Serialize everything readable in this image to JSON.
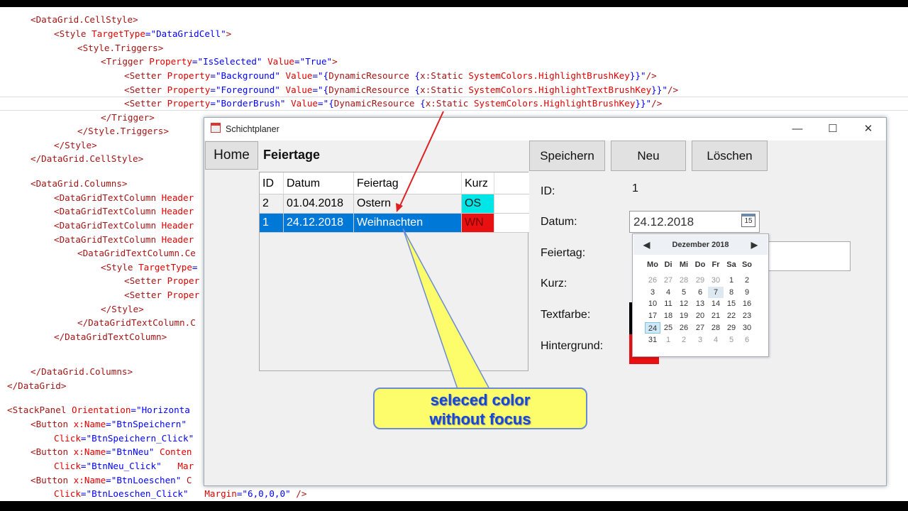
{
  "code_lines": [
    {
      "indent": 1,
      "tokens": [
        [
          "t",
          "<DataGrid.CellStyle>"
        ]
      ]
    },
    {
      "indent": 2,
      "tokens": [
        [
          "t",
          "<Style "
        ],
        [
          "a",
          "TargetType"
        ],
        [
          "p",
          "="
        ],
        [
          "v",
          "\"DataGridCell\""
        ],
        [
          "t",
          ">"
        ]
      ]
    },
    {
      "indent": 3,
      "tokens": [
        [
          "t",
          "<Style.Triggers>"
        ]
      ]
    },
    {
      "indent": 4,
      "tokens": [
        [
          "t",
          "<Trigger "
        ],
        [
          "a",
          "Property"
        ],
        [
          "p",
          "="
        ],
        [
          "v",
          "\"IsSelected\" "
        ],
        [
          "a",
          "Value"
        ],
        [
          "p",
          "="
        ],
        [
          "v",
          "\"True\""
        ],
        [
          "t",
          ">"
        ]
      ]
    },
    {
      "indent": 5,
      "tokens": [
        [
          "t",
          "<Setter "
        ],
        [
          "a",
          "Property"
        ],
        [
          "p",
          "="
        ],
        [
          "v",
          "\"Background\" "
        ],
        [
          "a",
          "Value"
        ],
        [
          "p",
          "="
        ],
        [
          "v",
          "\"{"
        ],
        [
          "t",
          "DynamicResource "
        ],
        [
          "v",
          "{"
        ],
        [
          "t",
          "x:Static "
        ],
        [
          "a",
          "SystemColors.HighlightBrushKey"
        ],
        [
          "v",
          "}}\""
        ],
        [
          "t",
          "/>"
        ]
      ]
    },
    {
      "indent": 5,
      "tokens": [
        [
          "t",
          "<Setter "
        ],
        [
          "a",
          "Property"
        ],
        [
          "p",
          "="
        ],
        [
          "v",
          "\"Foreground\" "
        ],
        [
          "a",
          "Value"
        ],
        [
          "p",
          "="
        ],
        [
          "v",
          "\"{"
        ],
        [
          "t",
          "DynamicResource "
        ],
        [
          "v",
          "{"
        ],
        [
          "t",
          "x:Static "
        ],
        [
          "a",
          "SystemColors.HighlightTextBrushKey"
        ],
        [
          "v",
          "}}\""
        ],
        [
          "t",
          "/>"
        ]
      ]
    },
    {
      "indent": 5,
      "tokens": [
        [
          "t",
          "<Setter "
        ],
        [
          "a",
          "Property"
        ],
        [
          "p",
          "="
        ],
        [
          "v",
          "\"BorderBrush\" "
        ],
        [
          "a",
          "Value"
        ],
        [
          "p",
          "="
        ],
        [
          "v",
          "\"{"
        ],
        [
          "t",
          "DynamicResource "
        ],
        [
          "v",
          "{"
        ],
        [
          "t",
          "x:Static "
        ],
        [
          "a",
          "SystemColors.HighlightBrushKey"
        ],
        [
          "v",
          "}}\""
        ],
        [
          "t",
          "/>"
        ]
      ]
    },
    {
      "indent": 4,
      "tokens": [
        [
          "t",
          "</Trigger>"
        ]
      ]
    },
    {
      "indent": 3,
      "tokens": [
        [
          "t",
          "</Style.Triggers>"
        ]
      ]
    },
    {
      "indent": 2,
      "tokens": [
        [
          "t",
          "</Style>"
        ]
      ]
    },
    {
      "indent": 1,
      "tokens": [
        [
          "t",
          "</DataGrid.CellStyle>"
        ]
      ]
    },
    {
      "indent": 0,
      "tokens": []
    },
    {
      "indent": 1,
      "tokens": [
        [
          "t",
          "<DataGrid.Columns>"
        ]
      ]
    },
    {
      "indent": 2,
      "tokens": [
        [
          "t",
          "<DataGridTextColumn "
        ],
        [
          "a",
          "Header"
        ]
      ]
    },
    {
      "indent": 2,
      "tokens": [
        [
          "t",
          "<DataGridTextColumn "
        ],
        [
          "a",
          "Header"
        ]
      ]
    },
    {
      "indent": 2,
      "tokens": [
        [
          "t",
          "<DataGridTextColumn "
        ],
        [
          "a",
          "Header"
        ]
      ]
    },
    {
      "indent": 2,
      "tokens": [
        [
          "t",
          "<DataGridTextColumn "
        ],
        [
          "a",
          "Header"
        ]
      ]
    },
    {
      "indent": 3,
      "tokens": [
        [
          "t",
          "<DataGridTextColumn.Ce"
        ]
      ]
    },
    {
      "indent": 4,
      "tokens": [
        [
          "t",
          "<Style "
        ],
        [
          "a",
          "TargetType"
        ],
        [
          "p",
          "="
        ]
      ]
    },
    {
      "indent": 5,
      "tokens": [
        [
          "t",
          "<Setter "
        ],
        [
          "a",
          "Proper"
        ]
      ]
    },
    {
      "indent": 5,
      "tokens": [
        [
          "t",
          "<Setter "
        ],
        [
          "a",
          "Proper"
        ]
      ]
    },
    {
      "indent": 4,
      "tokens": [
        [
          "t",
          "</Style>"
        ]
      ]
    },
    {
      "indent": 3,
      "tokens": [
        [
          "t",
          "</DataGridTextColumn.C"
        ]
      ]
    },
    {
      "indent": 2,
      "tokens": [
        [
          "t",
          "</DataGridTextColumn>"
        ]
      ]
    },
    {
      "indent": 0,
      "tokens": []
    },
    {
      "indent": 0,
      "tokens": []
    },
    {
      "indent": 1,
      "tokens": [
        [
          "t",
          "</DataGrid.Columns>"
        ]
      ]
    },
    {
      "indent": 0,
      "tokens": [
        [
          "t",
          "</DataGrid>"
        ]
      ]
    },
    {
      "indent": 0,
      "tokens": []
    },
    {
      "indent": 0,
      "tokens": [
        [
          "t",
          "<StackPanel "
        ],
        [
          "a",
          "Orientation"
        ],
        [
          "p",
          "="
        ],
        [
          "v",
          "\"Horizonta"
        ]
      ]
    },
    {
      "indent": 1,
      "tokens": [
        [
          "t",
          "<Button "
        ],
        [
          "a",
          "x:Name"
        ],
        [
          "p",
          "="
        ],
        [
          "v",
          "\"BtnSpeichern\""
        ]
      ]
    },
    {
      "indent": 2,
      "tokens": [
        [
          "a",
          "Click"
        ],
        [
          "p",
          "="
        ],
        [
          "v",
          "\"BtnSpeichern_Click\""
        ]
      ]
    },
    {
      "indent": 1,
      "tokens": [
        [
          "t",
          "<Button "
        ],
        [
          "a",
          "x:Name"
        ],
        [
          "p",
          "="
        ],
        [
          "v",
          "\"BtnNeu\" "
        ],
        [
          "a",
          "Conten"
        ]
      ]
    },
    {
      "indent": 2,
      "tokens": [
        [
          "a",
          "Click"
        ],
        [
          "p",
          "="
        ],
        [
          "v",
          "\"BtnNeu_Click\"   "
        ],
        [
          "a",
          "Mar"
        ]
      ]
    },
    {
      "indent": 1,
      "tokens": [
        [
          "t",
          "<Button "
        ],
        [
          "a",
          "x:Name"
        ],
        [
          "p",
          "="
        ],
        [
          "v",
          "\"BtnLoeschen\" "
        ],
        [
          "t",
          "C"
        ]
      ]
    },
    {
      "indent": 2,
      "tokens": [
        [
          "a",
          "Click"
        ],
        [
          "p",
          "="
        ],
        [
          "v",
          "\"BtnLoeschen_Click\"   "
        ],
        [
          "a",
          "Margin"
        ],
        [
          "p",
          "="
        ],
        [
          "v",
          "\"6,0,0,0\" "
        ],
        [
          "t",
          "/>"
        ]
      ]
    }
  ],
  "window": {
    "title": "Schichtplaner",
    "minimize": "—",
    "maximize": "☐",
    "close": "✕"
  },
  "nav": {
    "home": "Home"
  },
  "page_title": "Feiertage",
  "grid": {
    "headers": [
      "ID",
      "Datum",
      "Feiertag",
      "Kurz"
    ],
    "rows": [
      {
        "id": "2",
        "datum": "01.04.2018",
        "feiertag": "Ostern",
        "kurz": "OS",
        "kurz_bg": "#00e5e5",
        "kurz_fg": "#1a1a1a",
        "selected": false
      },
      {
        "id": "1",
        "datum": "24.12.2018",
        "feiertag": "Weihnachten",
        "kurz": "WN",
        "kurz_bg": "#e81010",
        "kurz_fg": "#7a0000",
        "selected": true
      }
    ]
  },
  "toolbar": {
    "save": "Speichern",
    "new": "Neu",
    "delete": "Löschen"
  },
  "form": {
    "id_label": "ID:",
    "id_value": "1",
    "datum_label": "Datum:",
    "datum_value": "24.12.2018",
    "feiertag_label": "Feiertag:",
    "kurz_label": "Kurz:",
    "textfarbe_label": "Textfarbe:",
    "textfarbe_color": "#000000",
    "hintergrund_label": "Hintergrund:",
    "hintergrund_color": "#e81010"
  },
  "calendar": {
    "month": "Dezember 2018",
    "day_names": [
      "Mo",
      "Di",
      "Mi",
      "Do",
      "Fr",
      "Sa",
      "So"
    ],
    "weeks": [
      [
        "26",
        "27",
        "28",
        "29",
        "30",
        "1",
        "2"
      ],
      [
        "3",
        "4",
        "5",
        "6",
        "7",
        "8",
        "9"
      ],
      [
        "10",
        "11",
        "12",
        "13",
        "14",
        "15",
        "16"
      ],
      [
        "17",
        "18",
        "19",
        "20",
        "21",
        "22",
        "23"
      ],
      [
        "24",
        "25",
        "26",
        "27",
        "28",
        "29",
        "30"
      ],
      [
        "31",
        "1",
        "2",
        "3",
        "4",
        "5",
        "6"
      ]
    ],
    "selected_day": "24",
    "hovered_day": "7",
    "date_icon_day": "15"
  },
  "callout": {
    "line1": "seleced color",
    "line2": "without focus"
  },
  "colors": {
    "selection": "#0078d7",
    "callout_bg": "#fdfd6b",
    "callout_text": "#1648d8",
    "arrow": "#e02020"
  }
}
